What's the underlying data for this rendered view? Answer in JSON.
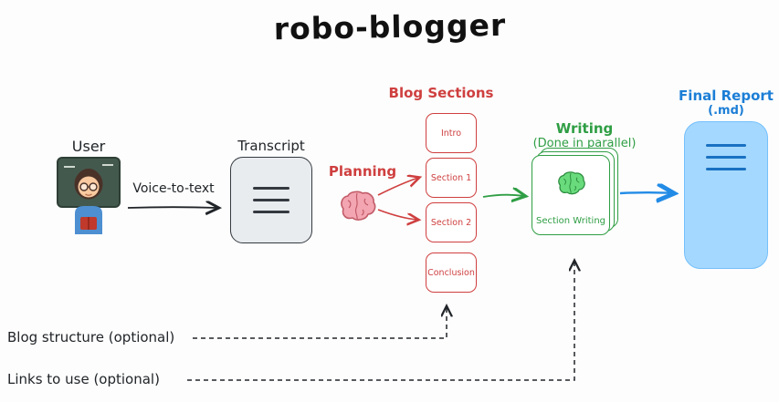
{
  "title": "robo-blogger",
  "nodes": {
    "user": {
      "label": "User"
    },
    "voice_to_text": {
      "label": "Voice-to-text"
    },
    "transcript": {
      "label": "Transcript"
    },
    "planning": {
      "label": "Planning"
    },
    "blog_sections": {
      "label": "Blog Sections",
      "items": [
        "Intro",
        "Section 1",
        "Section 2",
        "Conclusion"
      ]
    },
    "writing": {
      "label": "Writing",
      "sublabel": "(Done in parallel)",
      "box_label": "Section Writing"
    },
    "final_report": {
      "label": "Final Report",
      "sublabel": "(.md)"
    }
  },
  "annotations": {
    "blog_structure": "Blog structure (optional)",
    "links_to_use": "Links to use (optional)"
  },
  "icons": {
    "user": "woman-teacher-icon",
    "planning": "pink-brain-icon",
    "writing": "green-brain-icon"
  },
  "colors": {
    "red": "#cf3f3f",
    "green": "#2f9e44",
    "blue": "#1c7ed6",
    "arrow_blue": "#228be6",
    "ink": "#212529",
    "transcript_box_fill": "#e9ecef",
    "final_box_fill": "#a5d8ff",
    "final_box_lines": "#1971c2",
    "brain_pink": "#f3a6b2",
    "brain_green": "#69db7c"
  }
}
